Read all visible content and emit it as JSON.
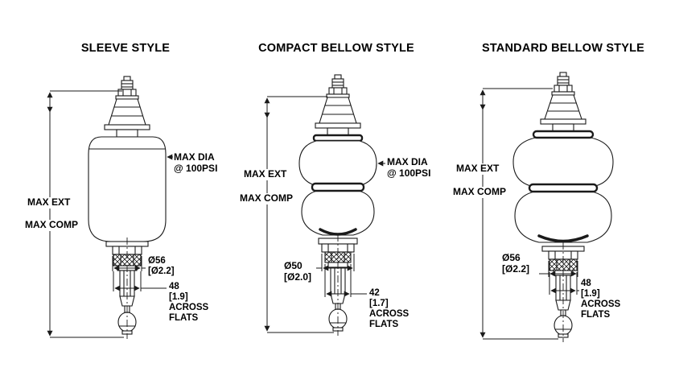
{
  "diagrams": [
    {
      "id": "sleeve",
      "title": "SLEEVE STYLE",
      "labels": {
        "max_ext": "MAX EXT",
        "max_comp": "MAX COMP",
        "max_dia_line1": "MAX DIA",
        "max_dia_line2": "@ 100PSI",
        "diameter_mm": "Ø56",
        "diameter_in": "[Ø2.2]",
        "flats_mm": "48",
        "flats_in": "[1.9]",
        "across_line1": "ACROSS",
        "across_line2": "FLATS"
      }
    },
    {
      "id": "compact-bellow",
      "title": "COMPACT BELLOW STYLE",
      "labels": {
        "max_ext": "MAX EXT",
        "max_comp": "MAX COMP",
        "max_dia_line1": "MAX DIA",
        "max_dia_line2": "@ 100PSI",
        "diameter_mm": "Ø50",
        "diameter_in": "[Ø2.0]",
        "flats_mm": "42",
        "flats_in": "[1.7]",
        "across_line1": "ACROSS",
        "across_line2": "FLATS"
      }
    },
    {
      "id": "standard-bellow",
      "title": "STANDARD BELLOW STYLE",
      "labels": {
        "max_ext": "MAX EXT",
        "max_comp": "MAX COMP",
        "diameter_mm": "Ø56",
        "diameter_in": "[Ø2.2]",
        "flats_mm": "48",
        "flats_in": "[1.9]",
        "across_line1": "ACROSS",
        "across_line2": "FLATS"
      }
    }
  ],
  "colors": {
    "line": "#1a1a1a",
    "background": "#ffffff",
    "text": "#000000"
  }
}
